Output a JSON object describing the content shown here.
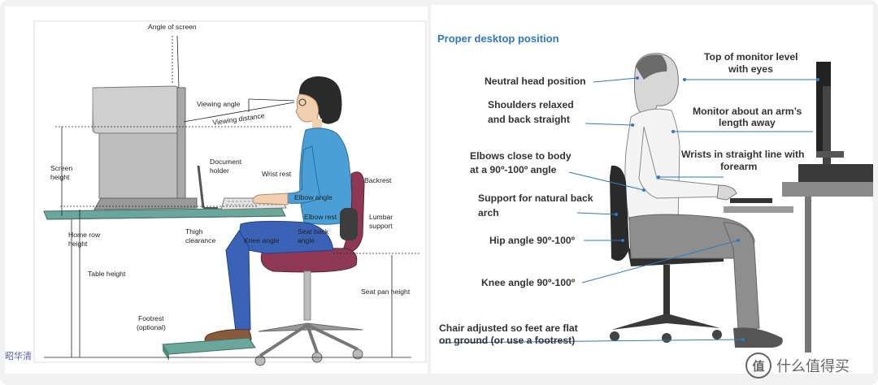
{
  "left": {
    "labels": {
      "angle_of_screen": "Angle of screen",
      "viewing_angle": "Viewing angle",
      "viewing_distance": "Viewing distance",
      "screen_height_1": "Screen",
      "screen_height_2": "height",
      "document_holder_1": "Document",
      "document_holder_2": "holder",
      "wrist_rest": "Wrist rest",
      "backrest": "Backrest",
      "elbow_angle": "Elbow angle",
      "elbow_rest": "Elbow rest",
      "lumbar_support_1": "Lumbar",
      "lumbar_support_2": "support",
      "home_row_height_1": "Home row",
      "home_row_height_2": "height",
      "thigh_clearance_1": "Thigh",
      "thigh_clearance_2": "clearance",
      "knee_angle": "Knee angle",
      "seat_back_angle_1": "Seat back",
      "seat_back_angle_2": "angle",
      "table_height": "Table height",
      "seat_pan_height": "Seat pan height",
      "footrest_1": "Footrest",
      "footrest_2": "(optional)"
    }
  },
  "right": {
    "title": "Proper desktop position",
    "labels": {
      "neutral_head": "Neutral head position",
      "shoulders_1": "Shoulders relaxed",
      "shoulders_2": "and back straight",
      "elbows_1": "Elbows close to body",
      "elbows_2": "at a 90º-100º angle",
      "support_1": "Support for natural back",
      "support_2": "arch",
      "hip": "Hip angle 90º-100º",
      "knee": "Knee angle 90º-100º",
      "chair_1": "Chair adjusted so feet are flat",
      "chair_2": "on ground (or use a footrest)",
      "top_monitor_1": "Top of monitor level",
      "top_monitor_2": "with eyes",
      "monitor_arm_1": "Monitor about an arm’s",
      "monitor_arm_2": "length away",
      "wrists_1": "Wrists in straight line with",
      "wrists_2": "forearm"
    },
    "accent_color": "#2f78c4"
  },
  "watermarks": {
    "left": "昭华清",
    "right_badge": "值",
    "right_text": "什么值得买"
  }
}
